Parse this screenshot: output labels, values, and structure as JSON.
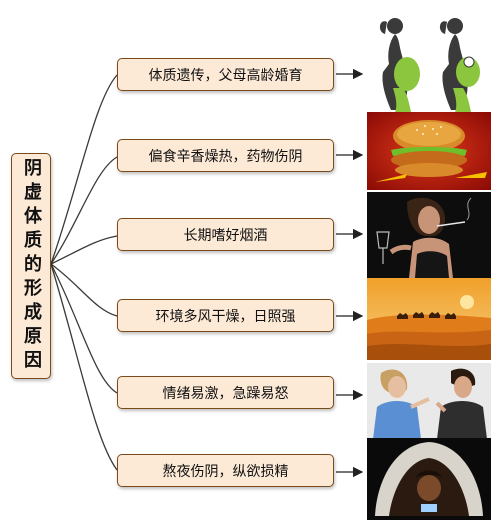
{
  "root": {
    "label": "阴虚体质的形成原因"
  },
  "causes": [
    {
      "label": "体质遗传，父母高龄婚育",
      "image": "pregnant-women-silhouette"
    },
    {
      "label": "偏食辛香燥热，药物伤阴",
      "image": "fried-chicken-burger"
    },
    {
      "label": "长期嗜好烟酒",
      "image": "woman-smoking-drinking"
    },
    {
      "label": "环境多风干燥，日照强",
      "image": "desert-camel-caravan"
    },
    {
      "label": "情绪易激，急躁易怒",
      "image": "arguing-couple"
    },
    {
      "label": "熬夜伤阴，纵欲损精",
      "image": "person-under-blanket-with-phone"
    }
  ],
  "colors": {
    "box_fill": "#fce9d6",
    "box_border": "#7a4a1a",
    "line": "#3a3a3a"
  }
}
